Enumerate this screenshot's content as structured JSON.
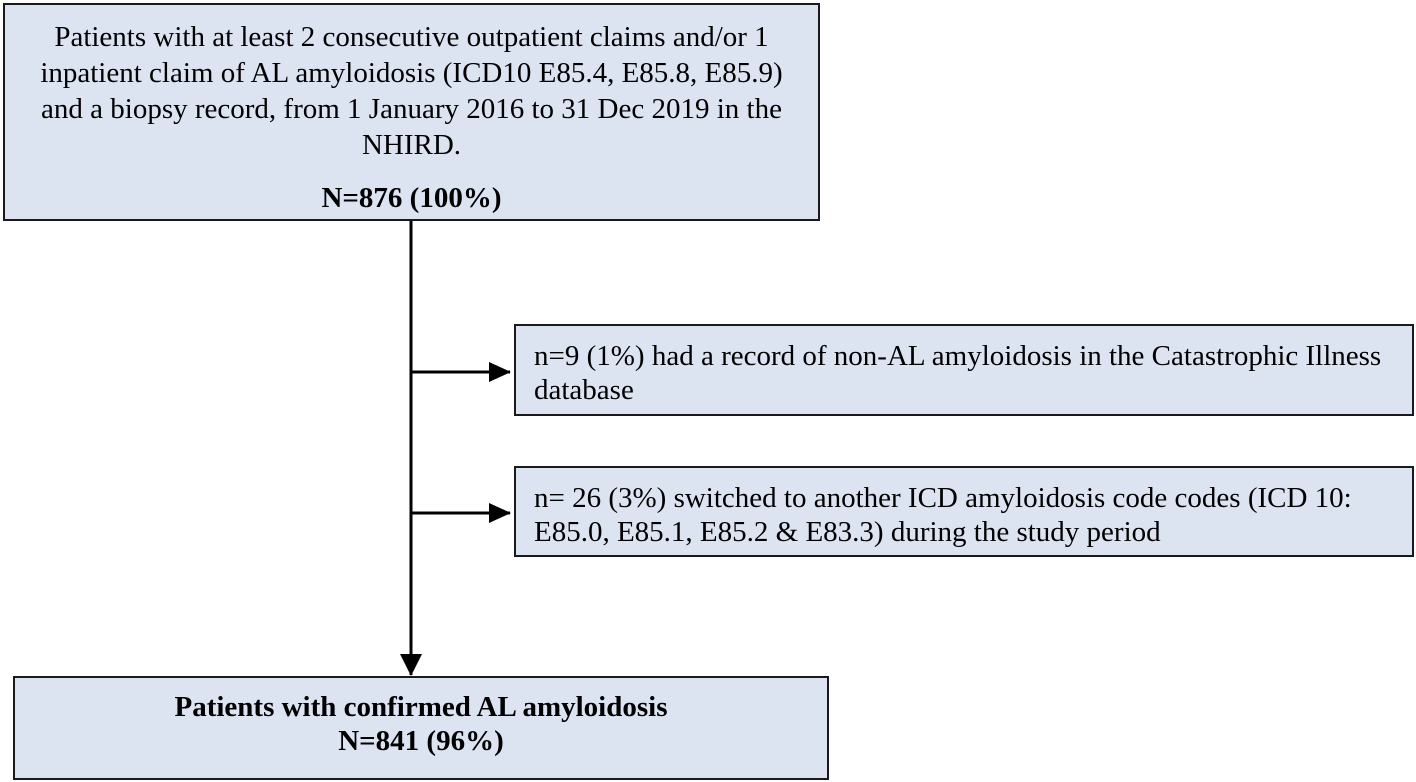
{
  "flowchart": {
    "top_box": {
      "text": "Patients with at least 2 consecutive outpatient claims and/or 1 inpatient claim of AL amyloidosis (ICD10 E85.4, E85.8, E85.9) and a biopsy record, from 1 January 2016 to 31 Dec 2019 in the NHIRD.",
      "count": "N=876 (100%)"
    },
    "exclusions": [
      {
        "text": "n=9 (1%) had a record of non-AL amyloidosis in the Catastrophic Illness database"
      },
      {
        "text": "n= 26 (3%) switched to another ICD amyloidosis code codes (ICD 10: E85.0, E85.1, E85.2 & E83.3) during the study period"
      }
    ],
    "final_box": {
      "title": "Patients with confirmed AL amyloidosis",
      "count": "N=841 (96%)"
    }
  },
  "colors": {
    "box_fill": "#dce4f2",
    "border": "#1a1a1a",
    "arrow": "#000000"
  }
}
